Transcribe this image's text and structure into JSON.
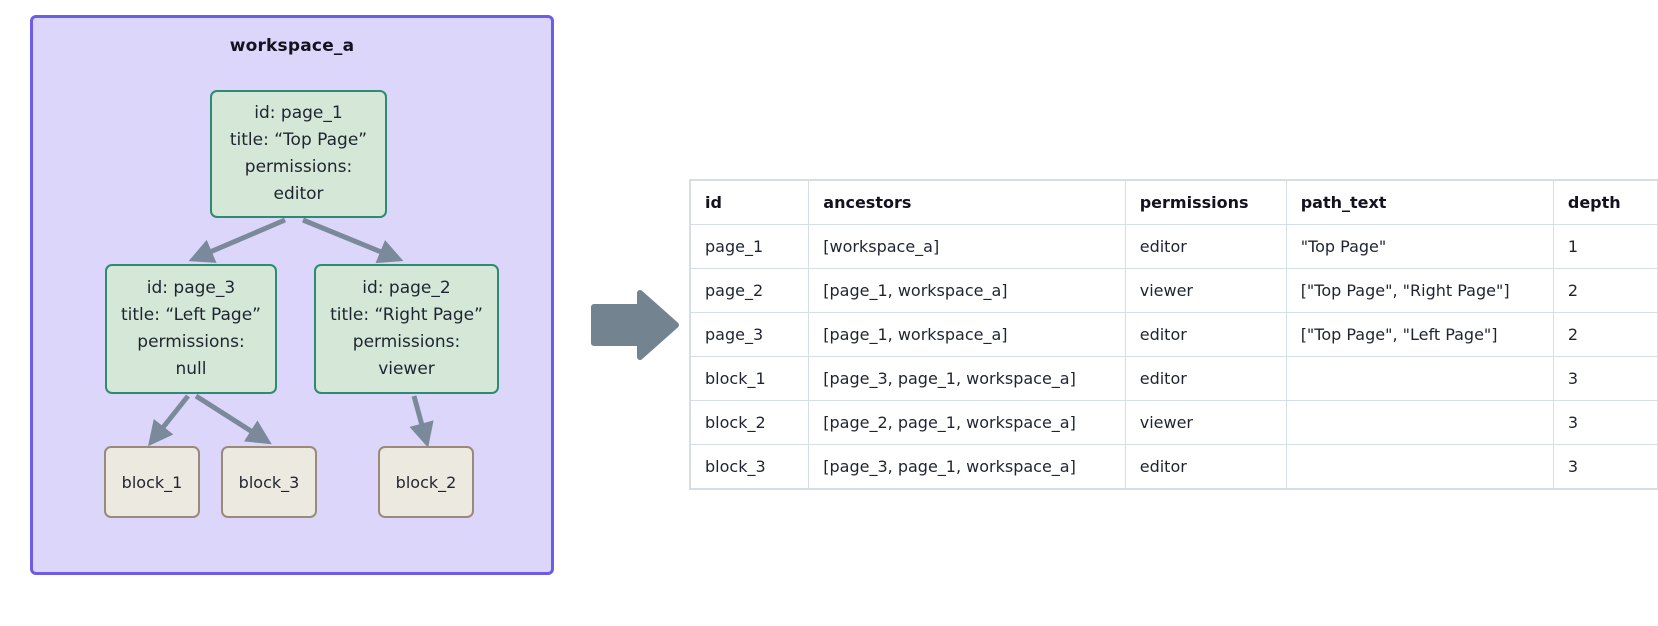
{
  "workspace": {
    "title": "workspace_a",
    "container_color": "#dcd6fa",
    "border_color": "#6c5ce7",
    "page_fill": "#d5e8d8",
    "page_border": "#2e8b72",
    "block_fill": "#ece9e0",
    "block_border": "#9a8a7a",
    "edge_color": "#7b8a9a"
  },
  "nodes": {
    "page_1": {
      "id_line": "id: page_1",
      "title_line": "title: “Top Page”",
      "permissions_label": "permissions:",
      "permissions_value": "editor"
    },
    "page_3": {
      "id_line": "id: page_3",
      "title_line": "title: “Left Page”",
      "permissions_label": "permissions:",
      "permissions_value": "null"
    },
    "page_2": {
      "id_line": "id: page_2",
      "title_line": "title: “Right Page”",
      "permissions_label": "permissions:",
      "permissions_value": "viewer"
    },
    "block_1": {
      "label": "block_1"
    },
    "block_3": {
      "label": "block_3"
    },
    "block_2": {
      "label": "block_2"
    }
  },
  "transform_arrow": {
    "icon": "right-arrow-icon",
    "color": "#73838f"
  },
  "table": {
    "columns": [
      "id",
      "ancestors",
      "permissions",
      "path_text",
      "depth"
    ],
    "rows": [
      {
        "id": "page_1",
        "ancestors": "[workspace_a]",
        "permissions": "editor",
        "path_text": "\"Top Page\"",
        "depth": "1"
      },
      {
        "id": "page_2",
        "ancestors": "[page_1, workspace_a]",
        "permissions": "viewer",
        "path_text": "[\"Top Page\", \"Right Page\"]",
        "depth": "2"
      },
      {
        "id": "page_3",
        "ancestors": "[page_1, workspace_a]",
        "permissions": "editor",
        "path_text": "[\"Top Page\", \"Left Page\"]",
        "depth": "2"
      },
      {
        "id": "block_1",
        "ancestors": "[page_3, page_1, workspace_a]",
        "permissions": "editor",
        "path_text": "",
        "depth": "3"
      },
      {
        "id": "block_2",
        "ancestors": "[page_2, page_1, workspace_a]",
        "permissions": "viewer",
        "path_text": "",
        "depth": "3"
      },
      {
        "id": "block_3",
        "ancestors": "[page_3, page_1, workspace_a]",
        "permissions": "editor",
        "path_text": "",
        "depth": "3"
      }
    ]
  }
}
